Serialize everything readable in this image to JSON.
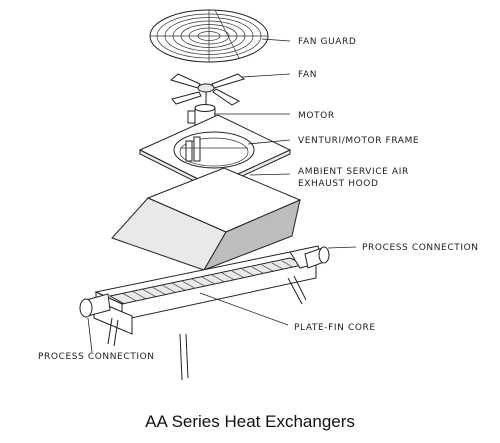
{
  "caption": "AA Series Heat Exchangers",
  "labels": {
    "fan_guard": "FAN GUARD",
    "fan": "FAN",
    "motor": "MOTOR",
    "venturi": "VENTURI/MOTOR FRAME",
    "hood_line1": "AMBIENT SERVICE AIR",
    "hood_line2": "EXHAUST HOOD",
    "process_right": "PROCESS CONNECTION",
    "core": "PLATE-FIN CORE",
    "process_left": "PROCESS CONNECTION"
  }
}
